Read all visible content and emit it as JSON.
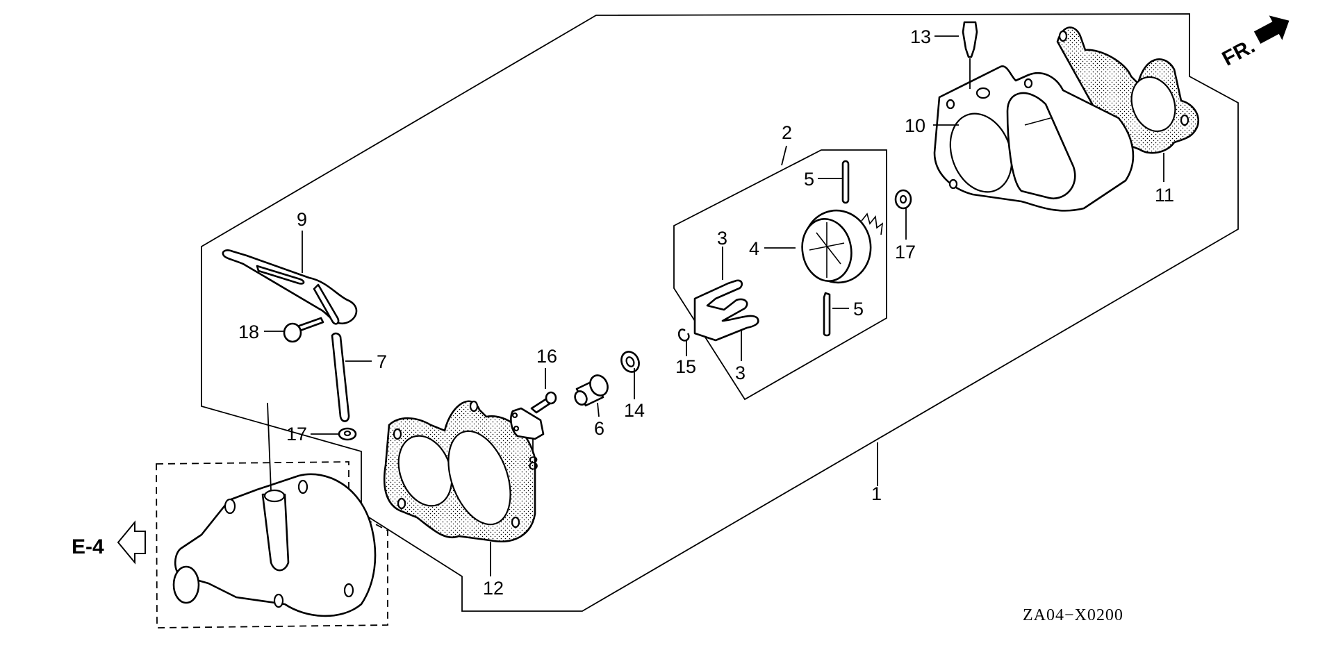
{
  "diagram": {
    "type": "exploded parts diagram",
    "reference_code": "ZA04−X0200",
    "direction_indicator": "FR.",
    "cross_reference": "E-4",
    "colors": {
      "line": "#000000",
      "background": "#ffffff"
    }
  },
  "callouts": [
    {
      "id": "1",
      "label": "1"
    },
    {
      "id": "2",
      "label": "2"
    },
    {
      "id": "3a",
      "label": "3"
    },
    {
      "id": "3b",
      "label": "3"
    },
    {
      "id": "4",
      "label": "4"
    },
    {
      "id": "5a",
      "label": "5"
    },
    {
      "id": "5b",
      "label": "5"
    },
    {
      "id": "6",
      "label": "6"
    },
    {
      "id": "7",
      "label": "7"
    },
    {
      "id": "8",
      "label": "8"
    },
    {
      "id": "9",
      "label": "9"
    },
    {
      "id": "10",
      "label": "10"
    },
    {
      "id": "11",
      "label": "11"
    },
    {
      "id": "12",
      "label": "12"
    },
    {
      "id": "13",
      "label": "13"
    },
    {
      "id": "14",
      "label": "14"
    },
    {
      "id": "15",
      "label": "15"
    },
    {
      "id": "16",
      "label": "16"
    },
    {
      "id": "17a",
      "label": "17"
    },
    {
      "id": "17b",
      "label": "17"
    },
    {
      "id": "18",
      "label": "18"
    }
  ]
}
